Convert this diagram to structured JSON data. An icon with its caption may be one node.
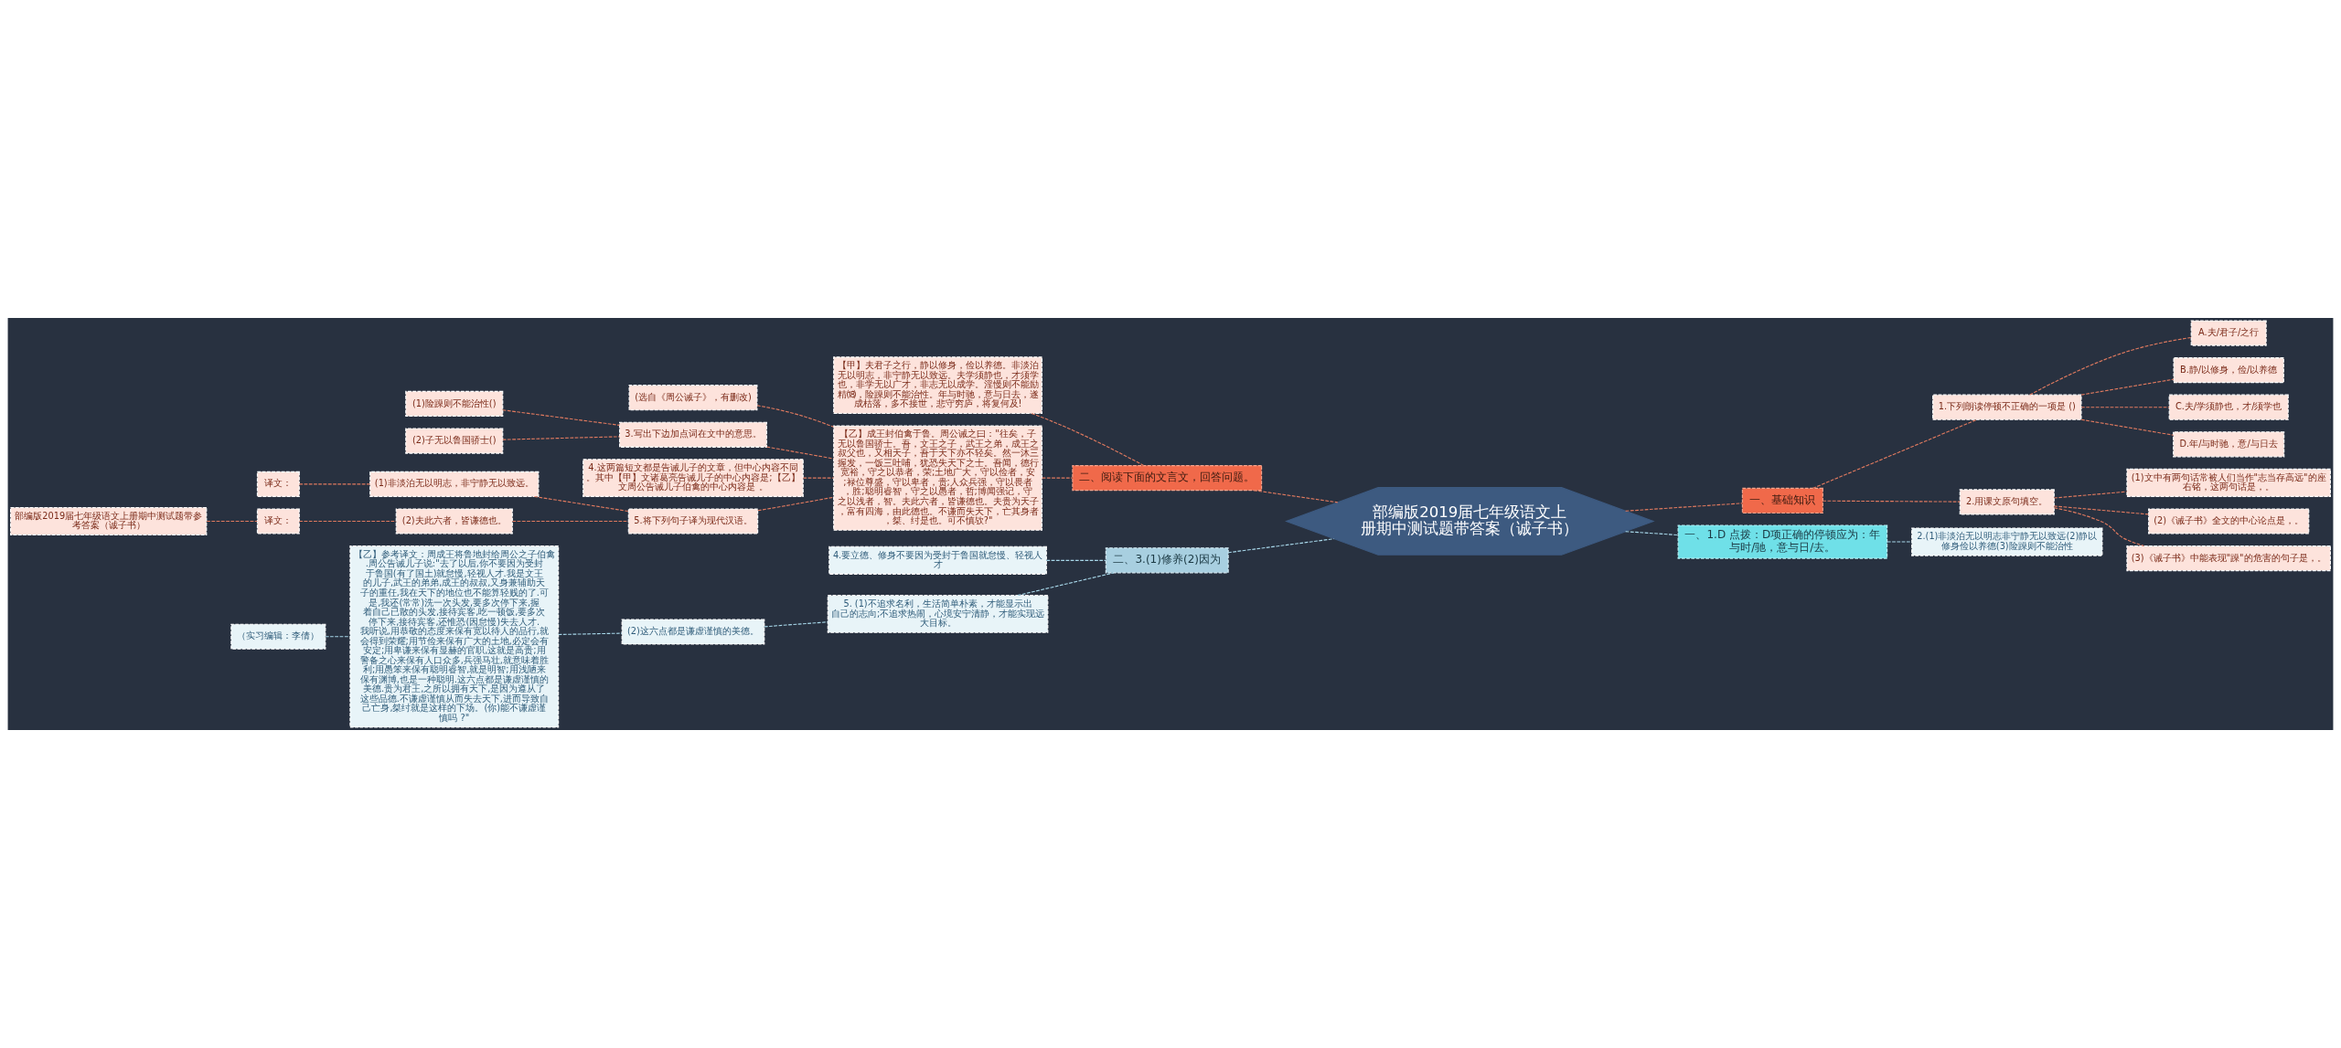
{
  "diagram": {
    "nodes": [
      {
        "text": [
          "部编版2019届七年级语文上册期中测试题带答案（诚子书）"
        ]
      },
      {
        "text": [
          "二、阅读下面的文言文，回答问题。"
        ]
      },
      {
        "text": [
          "【甲】夫君子之行，静以修身，俭以养德。非淡泊无以明志，非宁静无以致远。夫学须静也，才须学也，非学无以广才，非志无以成学。淫慢则不能励精⒅，险躁则不能治性。年与时驰，意与日去，遂成枯落，多不接世，悲守穷庐，将复何及!"
        ]
      },
      {
        "text": [
          "【乙】成王封伯禽于鲁。周公诫之曰：\"往矣，子无以鲁国骄士。吾，文王之子，武王之弟，成王之叔父也，又相天子，吾于天下亦不轻矣。然一沐三握发，一饭三吐哺，犹恐失天下之士。吾闻，德行宽裕，守之以恭者，荣;土地广大，守以俭者，安;禄位尊盛，守以卑者，贵;人众兵强，守以畏者，胜;聪明睿智，守之以愚者，哲;博闻强记，守之以浅者，智。夫此六者，皆谦德也。夫贵为天子，富有四海，由此德也。不谦而失天下，亡其身者，桀、纣是也。可不慎欤?\""
        ]
      },
      {
        "text": [
          "(选自《周公诫子》，有删改)"
        ]
      },
      {
        "text": [
          "3.写出下边加点词在文中的意思。"
        ]
      },
      {
        "text": [
          "(1)险躁则不能治性()"
        ]
      },
      {
        "text": [
          "(2)子无以鲁国骄士()"
        ]
      },
      {
        "text": [
          "4.这两篇短文都是告诫儿子的文章，但中心内容不同。其中【甲】文诸葛亮告诫儿子的中心内容是;【乙】文周公告诫儿子伯禽的中心内容是 。"
        ]
      },
      {
        "text": [
          "5.将下列句子译为现代汉语。"
        ]
      },
      {
        "text": [
          "(1)非淡泊无以明志，非宁静无以致远。"
        ]
      },
      {
        "text": [
          "译文："
        ]
      },
      {
        "text": [
          "(2)夫此六者，皆谦德也。"
        ]
      },
      {
        "text": [
          "译文："
        ]
      },
      {
        "text": [
          "部编版2019届七年级语文上册期中测试题带参考答案（诚子书）"
        ]
      },
      {
        "text": [
          "二、3.(1)修养(2)因为"
        ]
      },
      {
        "text": [
          "4.要立德、修身不要因为受封于鲁国就怠慢、轻视人才"
        ]
      },
      {
        "text": [
          "5. (1)不追求名利，生活简单朴素，才能显示出自己的志向;不追求热闹，心境安宁清静，才能实现远大目标。"
        ]
      },
      {
        "text": [
          "(2)这六点都是谦虚谨慎的美德。"
        ]
      },
      {
        "text": [
          "【乙】参考译文：周成王将鲁地封给周公之子伯禽.周公告诫儿子说:\"去了以后,你不要因为受封于鲁国(有了国土)就怠慢,轻视人才.我是文王的儿子,武王的弟弟,成王的叔叔,又身兼辅助天子的重任,我在天下的地位也不能算轻贱的了.可是,我还(常常)洗一次头发,要多次停下来,握着自己已散的头发,接待宾客,吃一顿饭,要多次停下来,接待宾客,还惟恐(因怠慢)失去人才.我听说,用恭敬的态度来保有宽以待人的品行,就会得到荣耀;用节俭来保有广大的土地,必定会有安定;用卑谦来保有显赫的官职,这就是高贵;用警备之心来保有人口众多,兵强马壮,就意味着胜利;用愚笨来保有聪明睿智,就是明智;用浅陋来保有渊博,也是一种聪明.这六点都是谦虚谨慎的美德.贵为君王,之所以拥有天下,是因为遵从了这些品德.不谦虚谨慎从而失去天下,进而导致自己亡身,桀纣就是这样的下场。(你)能不谦虚谨慎吗 ?\""
        ]
      },
      {
        "text": [
          "（实习编辑：李倩）"
        ]
      },
      {
        "text": [
          "一、基础知识"
        ]
      },
      {
        "text": [
          "1.下列朗读停顿不正确的一项是 ()"
        ]
      },
      {
        "text": [
          "A.夫/君子/之行"
        ]
      },
      {
        "text": [
          "B.静/以修身，俭/以养德"
        ]
      },
      {
        "text": [
          "C.夫/学须静也，才/须学也"
        ]
      },
      {
        "text": [
          "D.年/与时驰，意/与日去"
        ]
      },
      {
        "text": [
          "2.用课文原句填空。"
        ]
      },
      {
        "text": [
          "(1)文中有两句话常被人们当作\"志当存高远\"的座右铭，这两句话是，。"
        ]
      },
      {
        "text": [
          "(2)《诫子书》全文的中心论点是，。"
        ]
      },
      {
        "text": [
          "(3)《诫子书》中能表现\"躁\"的危害的句子是，。"
        ]
      },
      {
        "text": [
          "一、1.D 点拨：D项正确的停顿应为：年与时/驰，意与日/去。"
        ]
      },
      {
        "text": [
          "2.(1)非淡泊无以明志非宁静无以致远(2)静以修身俭以养德(3)险躁则不能治性"
        ]
      }
    ],
    "edges": [
      {
        "from": 0,
        "to": 1,
        "arrow": "none",
        "style": "dashed"
      },
      {
        "from": 1,
        "to": 2,
        "arrow": "none",
        "style": "dashed"
      },
      {
        "from": 1,
        "to": 3,
        "arrow": "none",
        "style": "dashed"
      },
      {
        "from": 3,
        "to": 4,
        "arrow": "none",
        "style": "dashed"
      },
      {
        "from": 3,
        "to": 5,
        "arrow": "none",
        "style": "dashed"
      },
      {
        "from": 5,
        "to": 6,
        "arrow": "none",
        "style": "dashed"
      },
      {
        "from": 5,
        "to": 7,
        "arrow": "none",
        "style": "dashed"
      },
      {
        "from": 3,
        "to": 8,
        "arrow": "none",
        "style": "dashed"
      },
      {
        "from": 3,
        "to": 9,
        "arrow": "none",
        "style": "dashed"
      },
      {
        "from": 9,
        "to": 10,
        "arrow": "none",
        "style": "dashed"
      },
      {
        "from": 10,
        "to": 11,
        "arrow": "none",
        "style": "dashed"
      },
      {
        "from": 9,
        "to": 12,
        "arrow": "none",
        "style": "dashed"
      },
      {
        "from": 12,
        "to": 13,
        "arrow": "none",
        "style": "dashed"
      },
      {
        "from": 13,
        "to": 14,
        "arrow": "none",
        "style": "dashed"
      },
      {
        "from": 0,
        "to": 15,
        "arrow": "none",
        "style": "dashed",
        "color": "#a8d8ea"
      },
      {
        "from": 15,
        "to": 16,
        "arrow": "none",
        "style": "dashed",
        "color": "#a8d8ea"
      },
      {
        "from": 15,
        "to": 17,
        "arrow": "none",
        "style": "dashed",
        "color": "#a8d8ea"
      },
      {
        "from": 17,
        "to": 18,
        "arrow": "none",
        "style": "dashed",
        "color": "#a8d8ea"
      },
      {
        "from": 18,
        "to": 19,
        "arrow": "none",
        "style": "dashed",
        "color": "#a8d8ea"
      },
      {
        "from": 19,
        "to": 20,
        "arrow": "none",
        "style": "dashed",
        "color": "#a8d8ea"
      },
      {
        "from": 0,
        "to": 21,
        "arrow": "none",
        "style": "dashed"
      },
      {
        "from": 21,
        "to": 22,
        "arrow": "none",
        "style": "dashed"
      },
      {
        "from": 22,
        "to": 23,
        "arrow": "none",
        "style": "dashed"
      },
      {
        "from": 22,
        "to": 24,
        "arrow": "none",
        "style": "dashed"
      },
      {
        "from": 22,
        "to": 25,
        "arrow": "none",
        "style": "dashed"
      },
      {
        "from": 22,
        "to": 26,
        "arrow": "none",
        "style": "dashed"
      },
      {
        "from": 21,
        "to": 27,
        "arrow": "none",
        "style": "dashed"
      },
      {
        "from": 27,
        "to": 28,
        "arrow": "none",
        "style": "dashed"
      },
      {
        "from": 27,
        "to": 29,
        "arrow": "none",
        "style": "dashed"
      },
      {
        "from": 27,
        "to": 30,
        "arrow": "none",
        "style": "dashed"
      },
      {
        "from": 0,
        "to": 31,
        "arrow": "none",
        "style": "dashed",
        "color": "#a8d8ea"
      },
      {
        "from": 31,
        "to": 32,
        "arrow": "none",
        "style": "dashed",
        "color": "#a8d8ea"
      }
    ]
  }
}
